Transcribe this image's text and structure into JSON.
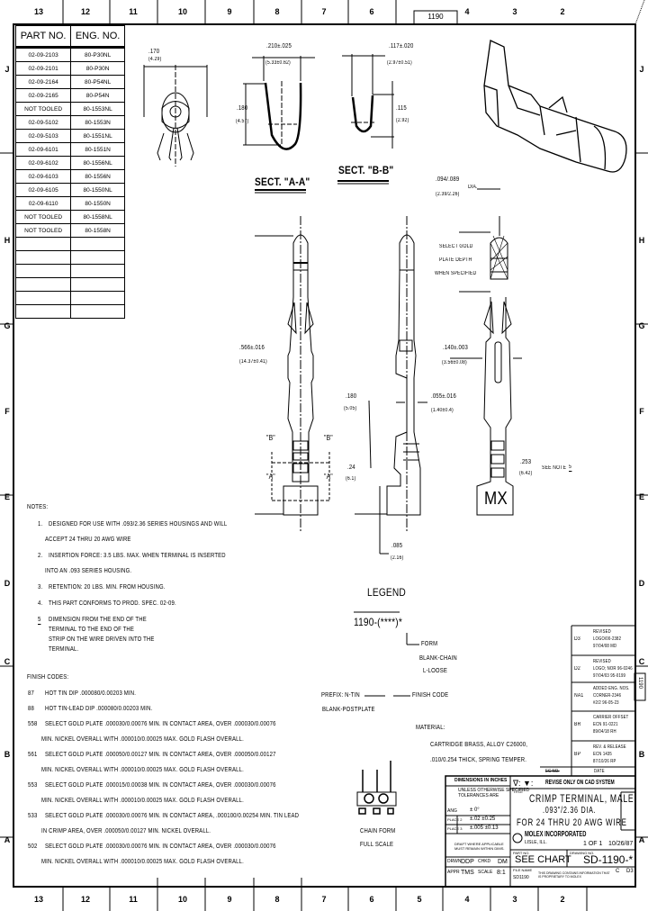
{
  "sheet": {
    "drawing_tab": "1190",
    "columns_top": [
      "13",
      "12",
      "11",
      "10",
      "9",
      "8",
      "7",
      "6",
      "4",
      "3",
      "2"
    ],
    "columns_bottom": [
      "13",
      "12",
      "11",
      "10",
      "9",
      "8",
      "7",
      "6",
      "5",
      "4",
      "3",
      "2"
    ],
    "rows": [
      "J",
      "H",
      "G",
      "F",
      "E",
      "D",
      "C",
      "B",
      "A"
    ],
    "side_tab": "1190"
  },
  "parts_table": {
    "headers": [
      "PART NO.",
      "ENG. NO."
    ],
    "rows": [
      [
        "02-09-2103",
        "80-P30NL"
      ],
      [
        "02-09-2101",
        "80-P30N"
      ],
      [
        "02-09-2164",
        "80-P54NL"
      ],
      [
        "02-09-2165",
        "80-P54N"
      ],
      [
        "NOT TOOLED",
        "80-1553NL"
      ],
      [
        "02-09-5102",
        "80-1553N"
      ],
      [
        "02-09-5103",
        "80-1551NL"
      ],
      [
        "02-09-6101",
        "80-1551N"
      ],
      [
        "02-09-6102",
        "80-1556NL"
      ],
      [
        "02-09-6103",
        "80-1556N"
      ],
      [
        "02-09-6105",
        "80-1550NL"
      ],
      [
        "02-09-6110",
        "80-1550N"
      ],
      [
        "NOT TOOLED",
        "80-1558NL"
      ],
      [
        "NOT TOOLED",
        "80-1558N"
      ],
      [
        "",
        ""
      ],
      [
        "",
        ""
      ],
      [
        "",
        ""
      ],
      [
        "",
        ""
      ],
      [
        "",
        ""
      ],
      [
        "",
        ""
      ]
    ]
  },
  "views": {
    "end_view_dim": [
      ".170",
      "(4.29)"
    ],
    "sect_a": {
      "title": "SECT. \"A-A\"",
      "width_dim": [
        ".210±.025",
        "(5.33±0.62)"
      ],
      "height_dim": [
        ".180",
        "(4.57)"
      ]
    },
    "sect_b": {
      "title": "SECT. \"B-B\"",
      "width_dim": [
        ".117±.020",
        "(2.97±0.51)"
      ],
      "height_dim": [
        ".115",
        "(2.92)"
      ]
    },
    "pin_dia": [
      ".094/.089",
      "(2.39/2.26)",
      "DIA."
    ],
    "front": {
      "dim": [
        ".566±.016",
        "(14.37±0.41)"
      ],
      "b_label": "\"B\"",
      "a_label": "\"A\"",
      "height_dim": [
        ".24",
        "(6.1)"
      ]
    },
    "side": {
      "dim1": [
        ".180",
        "(5.05)"
      ],
      "dim2": [
        ".055±.016",
        "(1.40±0.4)"
      ],
      "dim3": [
        ".085",
        "(2.16)"
      ]
    },
    "plated": {
      "note": [
        "SELECT GOLD",
        "PLATE DEPTH",
        "WHEN SPECIFIED"
      ],
      "dim": [
        ".140±.003",
        "(3.56±0.08)"
      ],
      "dim2": [
        ".253",
        "(6.42)"
      ],
      "see_note": "SEE NOTE",
      "note_ref": "5",
      "mark": "MX"
    }
  },
  "notes": {
    "heading": "NOTES:",
    "items": [
      {
        "num": "1.",
        "lines": [
          "DESIGNED FOR USE WITH .093/2.36 SERIES HOUSINGS AND WILL",
          "ACCEPT 24 THRU 20 AWG WIRE"
        ]
      },
      {
        "num": "2.",
        "lines": [
          "INSERTION FORCE: 3.5 LBS. MAX. WHEN TERMINAL IS INSERTED",
          "INTO AN .093 SERIES HOUSING."
        ]
      },
      {
        "num": "3.",
        "lines": [
          "RETENTION: 20 LBS. MIN. FROM HOUSING."
        ]
      },
      {
        "num": "4.",
        "lines": [
          "THIS PART CONFORMS TO PROD. SPEC. 02-09."
        ]
      },
      {
        "num": "5",
        "lines": [
          "DIMENSION FROM THE END OF THE",
          "TERMINAL TO THE END OF THE",
          "STRIP ON THE WIRE DRIVEN INTO THE",
          "TERMINAL."
        ]
      }
    ]
  },
  "finish_codes": {
    "heading": "FINISH CODES:",
    "items": [
      {
        "code": "87",
        "lines": [
          "HOT TIN DIP .000080/0.00203 MIN."
        ]
      },
      {
        "code": "88",
        "lines": [
          "HOT TIN-LEAD DIP .000080/0.00203 MIN."
        ]
      },
      {
        "code": "558",
        "lines": [
          "SELECT GOLD PLATE .000030/0.00076 MIN. IN CONTACT AREA, OVER .000030/0.00076",
          "MIN. NICKEL OVERALL WITH .000010/0.00025 MAX. GOLD FLASH OVERALL."
        ]
      },
      {
        "code": "561",
        "lines": [
          "SELECT GOLD PLATE .000050/0.00127 MIN. IN CONTACT AREA, OVER .000050/0.00127",
          "MIN. NICKEL OVERALL WITH .000010/0.00025 MAX. GOLD FLASH OVERALL."
        ]
      },
      {
        "code": "553",
        "lines": [
          "SELECT GOLD PLATE .000015/0.00038 MIN. IN CONTACT AREA, OVER .000030/0.00076",
          "MIN. NICKEL OVERALL WITH .000010/0.00025 MAX. GOLD FLASH OVERALL."
        ]
      },
      {
        "code": "533",
        "lines": [
          "SELECT GOLD PLATE .000030/0.00076 MIN. IN CONTACT AREA, .000100/0.00254 MIN. TIN LEAD",
          "IN CRIMP AREA, OVER .000050/0.00127 MIN. NICKEL OVERALL."
        ]
      },
      {
        "code": "502",
        "lines": [
          "SELECT GOLD PLATE .000030/0.00076 MIN. IN CONTACT AREA, OVER .000030/0.00076",
          "MIN. NICKEL OVERALL WITH .000010/0.00025 MAX. GOLD FLASH OVERALL."
        ]
      }
    ]
  },
  "legend": {
    "title": "LEGEND",
    "code": "1190-(****)*",
    "form": [
      "FORM",
      "BLANK-CHAIN",
      "L-LOOSE"
    ],
    "prefix": [
      "PREFIX: N-TIN",
      "BLANK-POSTPLATE"
    ],
    "finish": "FINISH CODE"
  },
  "material": {
    "heading": "MATERIAL:",
    "lines": [
      "CARTRIDGE BRASS, ALLOY C26000,",
      ".010/0.254 THICK, SPRING TEMPER."
    ]
  },
  "chain_form": [
    "CHAIN FORM",
    "FULL SCALE"
  ],
  "revisions": [
    {
      "rev": "D3",
      "desc": [
        "REVISED",
        "LOGO/00-2382",
        "97/04/08 MD"
      ]
    },
    {
      "rev": "D2",
      "desc": [
        "REVISED",
        "LOGO; NOR 96-0246",
        "97/04/03 95-0199"
      ]
    },
    {
      "rev": "NA1",
      "desc": [
        "ADDED ENG. NOS.",
        "CORNER-2346",
        "#2/2 96-05-23"
      ]
    },
    {
      "rev": "BR",
      "desc": [
        "CARRIER OFFSET",
        "ECN 91-0221",
        "89/04/18 RH"
      ]
    },
    {
      "rev": "BP",
      "desc": [
        "REV. & RELEASE",
        "ECN 1435",
        "87/10/26 RP"
      ]
    }
  ],
  "rev_strip": [
    "EC NO.",
    "DATE"
  ],
  "title_block": {
    "dims_header": "DIMENSIONS IN INCHES",
    "tol_note": [
      "UNLESS OTHERWISE SPECIFIED",
      "TOLERANCES ARE"
    ],
    "tol_rows": [
      [
        "ANG",
        "± 0°"
      ],
      [
        "PLACE 2",
        "±.02  ±0.25"
      ],
      [
        "PLACE 3",
        "±.005  ±0.13"
      ]
    ],
    "draft_note": [
      "DRAFT WHERE APPLICABLE",
      "MUST REMAIN WITHIN DIMS."
    ],
    "drawn": [
      "DRWN",
      "DDP",
      "CHKD",
      "DM"
    ],
    "appr": [
      "APPR",
      "TMS",
      "SCALE",
      "8:1"
    ],
    "revise_note": "REVISE ONLY ON CAD SYSTEM",
    "title_label": "TITLE",
    "title": [
      "CRIMP TERMINAL, MALE",
      ".093\"/2.36 DIA.",
      "FOR 24 THRU 20 AWG WIRE"
    ],
    "company": "MOLEX INCORPORATED",
    "city": "LISLE, ILL.",
    "sheet": "1 OF 1",
    "date": "10/26/87",
    "part_no_label": "PART NO.",
    "part_no": "SEE CHART",
    "drawing_no_label": "DRAWING NO.",
    "drawing_no": "SD-1190-*",
    "file_label": "FILE NAME",
    "file": "SD1190",
    "warning": "THIS DRAWING CONTAINS INFORMATION THAT IS PROPRIETARY TO MOLEX",
    "size": "C",
    "rev": "D3"
  }
}
